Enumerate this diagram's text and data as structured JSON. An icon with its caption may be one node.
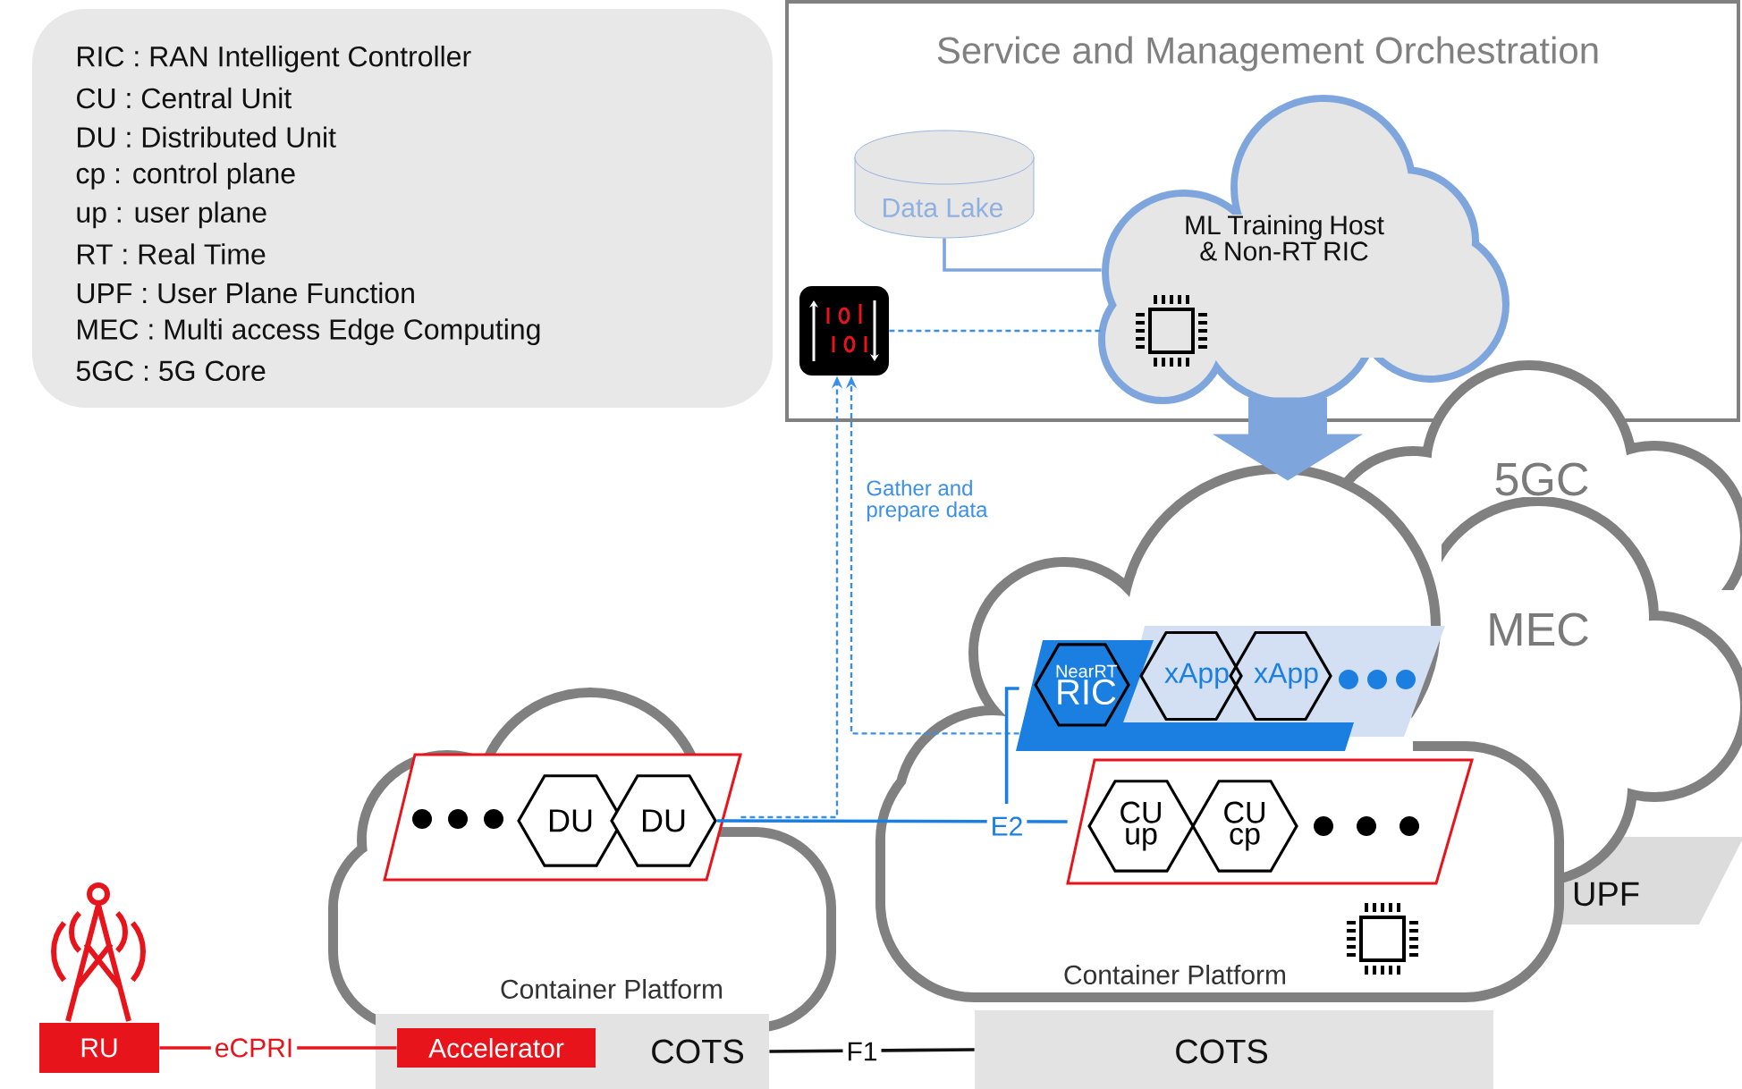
{
  "diagram": {
    "nodes": [
      {
        "text": [
          "RIC : RAN Intelligent Controller",
          "CU : Central Unit",
          "DU : Distributed Unit",
          "cp : control plane",
          "up : user plane",
          "RT : Real Time",
          "UPF : User Plane Function",
          "MEC : Multi access Edge Computing",
          "5GC : 5G Core"
        ]
      },
      {
        "text": [
          "Service and Management Orchestration"
        ]
      },
      {
        "text": [
          "Data Lake"
        ],
        "in": 1
      },
      {
        "text": [
          "ML Training Host & Non-RT RIC"
        ],
        "in": 1
      },
      {
        "text": [],
        "shape": "picture",
        "in": 1
      },
      {
        "text": [
          "UPF"
        ]
      },
      {
        "text": [
          "5GC"
        ]
      },
      {
        "text": [
          "MEC"
        ]
      },
      {
        "text": [
          "Container Platform"
        ]
      },
      {
        "text": [],
        "shape": "parallelogram",
        "in": 8
      },
      {
        "text": [
          "DU"
        ],
        "in": 9
      },
      {
        "text": [
          "DU"
        ],
        "in": 9
      },
      {
        "text": [
          "Container Platform"
        ]
      },
      {
        "text": [],
        "shape": "parallelogram",
        "in": 12
      },
      {
        "text": [
          "NearRT",
          "RIC"
        ],
        "in": 13
      },
      {
        "text": [
          "xApp"
        ],
        "in": 13
      },
      {
        "text": [
          "xApp"
        ],
        "in": 13
      },
      {
        "text": [],
        "shape": "parallelogram",
        "in": 12
      },
      {
        "text": [
          "CU up"
        ],
        "in": 17
      },
      {
        "text": [
          "CU cp"
        ],
        "in": 17
      },
      {
        "text": [
          "COTS"
        ]
      },
      {
        "text": [
          "Accelerator"
        ],
        "in": 20
      },
      {
        "text": [
          "COTS"
        ]
      },
      {
        "text": [
          "RU"
        ]
      }
    ],
    "edges": [
      {
        "from": 2,
        "to": 3,
        "arrow": "none",
        "color": "#7ea6dc"
      },
      {
        "from": 4,
        "to": 3,
        "arrow": "none",
        "style": "dashed",
        "color": "#3b8fe8"
      },
      {
        "from": 9,
        "to": 4,
        "arrow": "to",
        "label": "Gather and prepare data",
        "style": "dashed",
        "color": "#3b8fe8"
      },
      {
        "from": 13,
        "to": 4,
        "arrow": "to",
        "style": "dashed",
        "color": "#3b8fe8"
      },
      {
        "from": 3,
        "to": 12,
        "arrow": "to",
        "style": "thick",
        "color": "#7ea6dc"
      },
      {
        "from": 11,
        "to": 17,
        "arrow": "none",
        "label": "E2",
        "color": "#1a7fe0"
      },
      {
        "from": 13,
        "to": 17,
        "arrow": "none",
        "color": "#1a7fe0"
      },
      {
        "from": 23,
        "to": 21,
        "arrow": "none",
        "label": "eCPRI",
        "color": "#e8141c"
      },
      {
        "from": 20,
        "to": 22,
        "arrow": "none",
        "label": "F1",
        "color": "#111111"
      }
    ]
  }
}
